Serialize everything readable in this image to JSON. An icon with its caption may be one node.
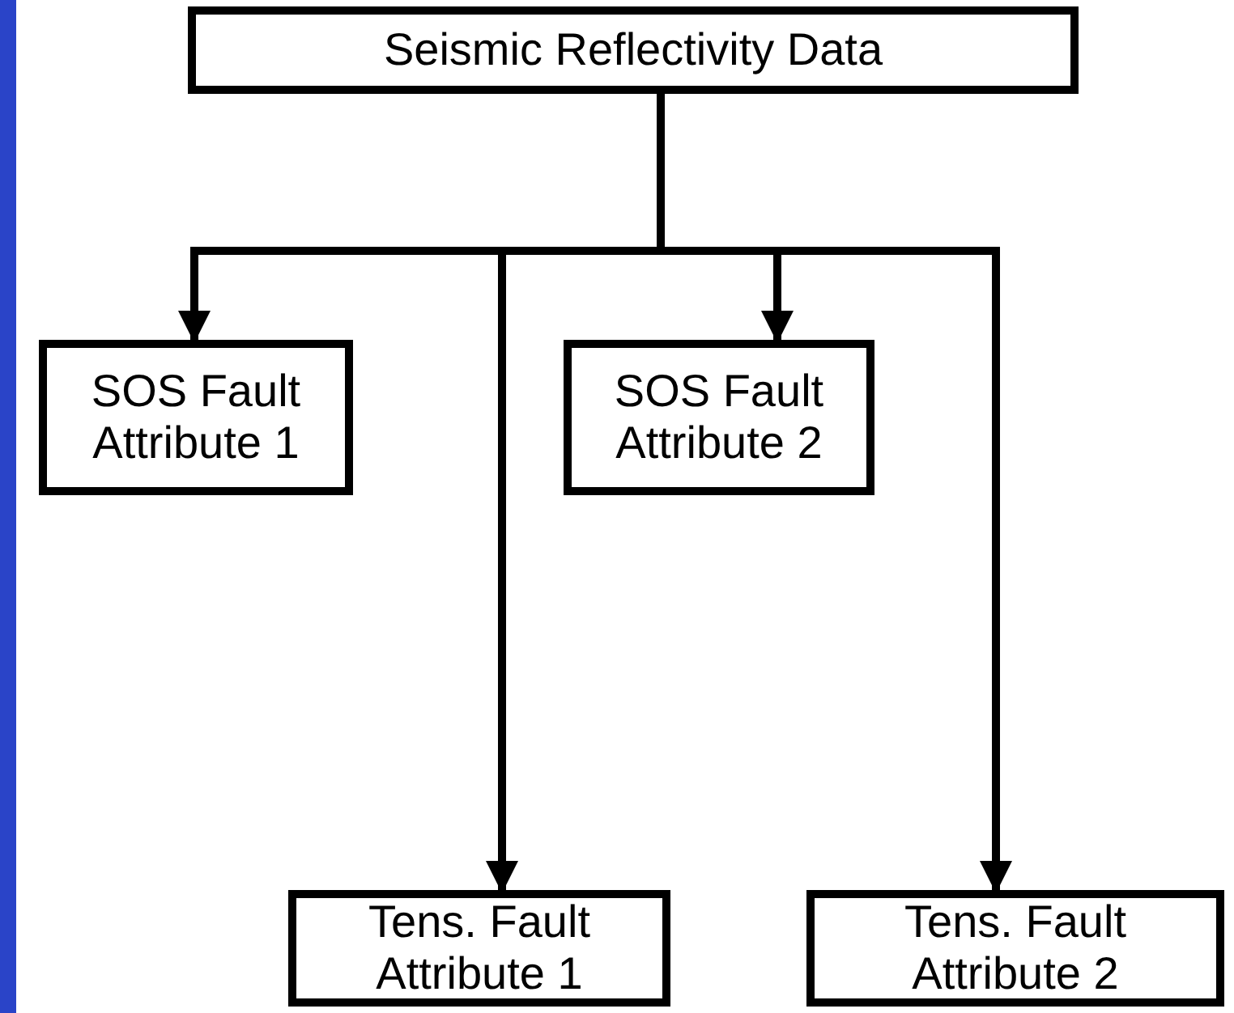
{
  "diagram": {
    "nodes": [
      {
        "text": [
          "Seismic Reflectivity Data"
        ]
      },
      {
        "text": [
          "SOS Fault Attribute 1"
        ]
      },
      {
        "text": [
          "SOS Fault Attribute 2"
        ]
      },
      {
        "text": [
          "Tens. Fault Attribute 1"
        ]
      },
      {
        "text": [
          "Tens. Fault Attribute 2"
        ]
      }
    ],
    "edges": [
      {
        "from": 0,
        "to": 1,
        "arrow": "to"
      },
      {
        "from": 0,
        "to": 2,
        "arrow": "to"
      },
      {
        "from": 0,
        "to": 3,
        "arrow": "to"
      },
      {
        "from": 0,
        "to": 4,
        "arrow": "to"
      }
    ]
  }
}
